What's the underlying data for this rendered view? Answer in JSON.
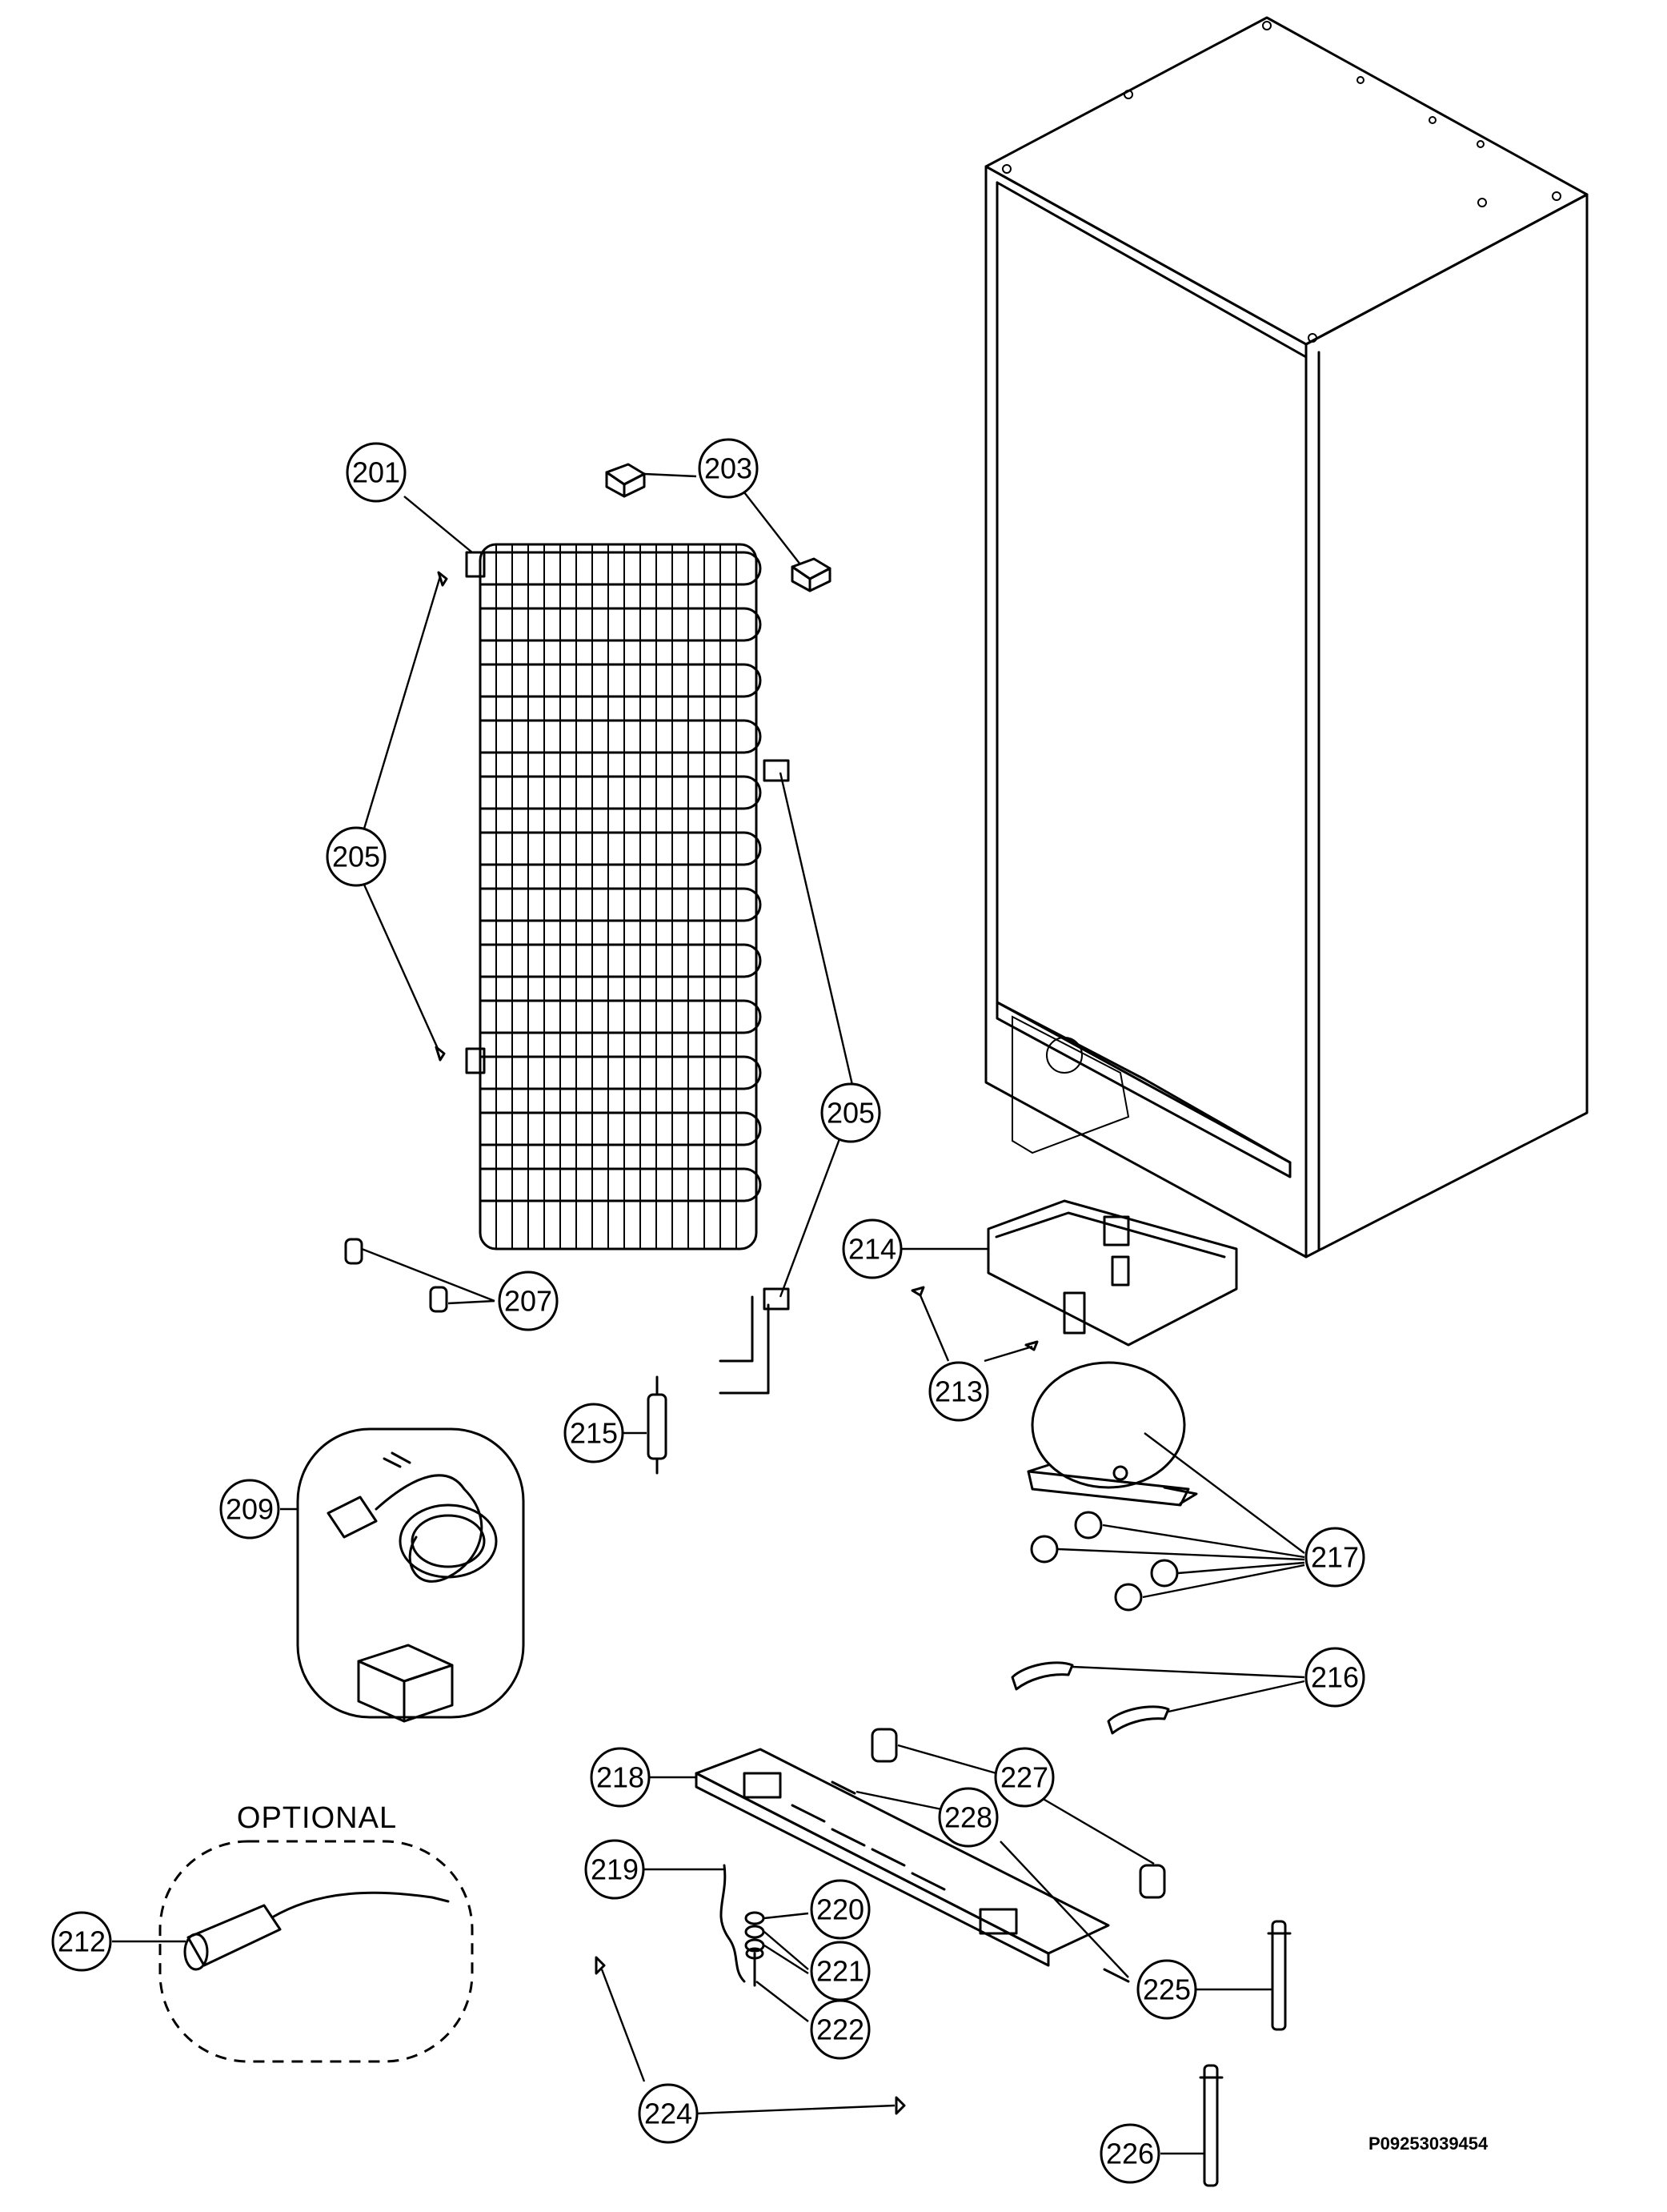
{
  "optional_label": "OPTIONAL",
  "sheet_code": "P09253039454",
  "callouts": {
    "c201": "201",
    "c203": "203",
    "c205a": "205",
    "c205b": "205",
    "c207": "207",
    "c209": "209",
    "c212": "212",
    "c213": "213",
    "c214": "214",
    "c215": "215",
    "c216": "216",
    "c217": "217",
    "c218": "218",
    "c219": "219",
    "c220": "220",
    "c221": "221",
    "c222": "222",
    "c224": "224",
    "c225": "225",
    "c226": "226",
    "c227": "227",
    "c228": "228"
  }
}
